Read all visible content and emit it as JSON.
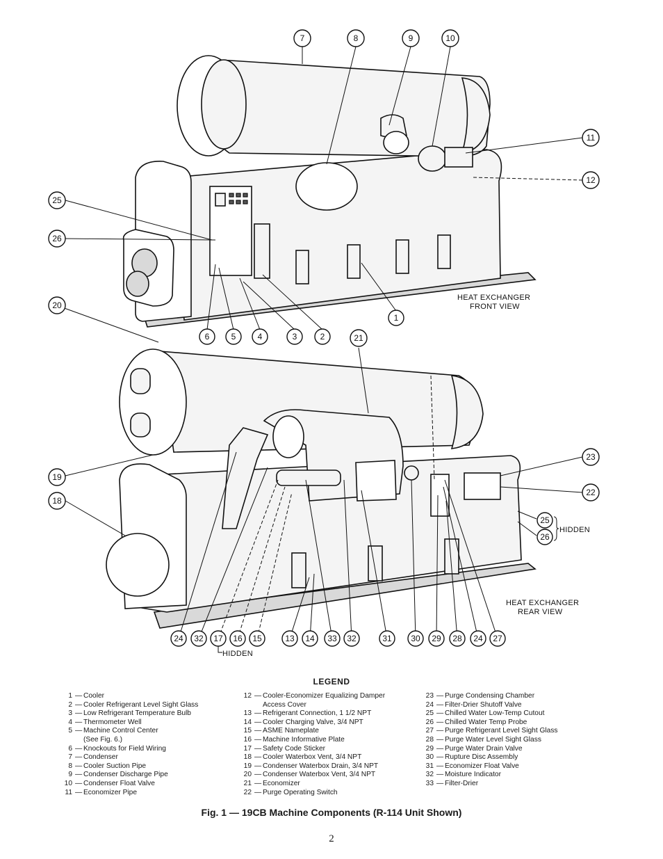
{
  "figure": {
    "front_view_label": [
      "HEAT EXCHANGER",
      "FRONT VIEW"
    ],
    "rear_view_label": [
      "HEAT EXCHANGER",
      "REAR VIEW"
    ],
    "hidden_label_right": "HIDDEN",
    "hidden_label_bottom": "HIDDEN",
    "callouts_front": [
      "7",
      "8",
      "9",
      "10",
      "11",
      "12",
      "25",
      "26",
      "1",
      "6",
      "5",
      "4",
      "3",
      "2"
    ],
    "callouts_rear": [
      "20",
      "21",
      "23",
      "22",
      "19",
      "18",
      "25",
      "26",
      "24",
      "32",
      "17",
      "16",
      "15",
      "13",
      "14",
      "33",
      "32",
      "31",
      "30",
      "29",
      "28",
      "24",
      "27"
    ]
  },
  "legend": {
    "title": "LEGEND",
    "columns": [
      [
        {
          "num": "1",
          "text": "Cooler"
        },
        {
          "num": "2",
          "text": "Cooler Refrigerant Level Sight Glass"
        },
        {
          "num": "3",
          "text": "Low Refrigerant Temperature Bulb"
        },
        {
          "num": "4",
          "text": "Thermometer Well"
        },
        {
          "num": "5",
          "text": "Machine Control Center"
        },
        {
          "num": "",
          "text": "(See Fig. 6.)"
        },
        {
          "num": "6",
          "text": "Knockouts for Field Wiring"
        },
        {
          "num": "7",
          "text": "Condenser"
        },
        {
          "num": "8",
          "text": "Cooler Suction Pipe"
        },
        {
          "num": "9",
          "text": "Condenser Discharge Pipe"
        },
        {
          "num": "10",
          "text": "Condenser Float Valve"
        },
        {
          "num": "11",
          "text": "Economizer Pipe"
        }
      ],
      [
        {
          "num": "12",
          "text": "Cooler-Economizer Equalizing Damper"
        },
        {
          "num": "",
          "text": "Access Cover"
        },
        {
          "num": "13",
          "text": "Refrigerant Connection, 1 1/2 NPT"
        },
        {
          "num": "14",
          "text": "Cooler Charging Valve, 3/4 NPT"
        },
        {
          "num": "15",
          "text": "ASME Nameplate"
        },
        {
          "num": "16",
          "text": "Machine Informative Plate"
        },
        {
          "num": "17",
          "text": "Safety Code Sticker"
        },
        {
          "num": "18",
          "text": "Cooler Waterbox Vent, 3/4 NPT"
        },
        {
          "num": "19",
          "text": "Condenser Waterbox Drain, 3/4 NPT"
        },
        {
          "num": "20",
          "text": "Condenser Waterbox Vent, 3/4 NPT"
        },
        {
          "num": "21",
          "text": "Economizer"
        },
        {
          "num": "22",
          "text": "Purge Operating Switch"
        }
      ],
      [
        {
          "num": "23",
          "text": "Purge Condensing Chamber"
        },
        {
          "num": "24",
          "text": "Filter-Drier Shutoff Valve"
        },
        {
          "num": "25",
          "text": "Chilled Water Low-Temp Cutout"
        },
        {
          "num": "26",
          "text": "Chilled Water Temp Probe"
        },
        {
          "num": "27",
          "text": "Purge Refrigerant Level Sight Glass"
        },
        {
          "num": "28",
          "text": "Purge Water Level Sight Glass"
        },
        {
          "num": "29",
          "text": "Purge Water Drain Valve"
        },
        {
          "num": "30",
          "text": "Rupture Disc Assembly"
        },
        {
          "num": "31",
          "text": "Economizer Float Valve"
        },
        {
          "num": "32",
          "text": "Moisture Indicator"
        },
        {
          "num": "33",
          "text": "Filter-Drier"
        }
      ]
    ]
  },
  "caption": "Fig. 1 — 19CB Machine Components (R-114 Unit Shown)",
  "page_number": "2"
}
